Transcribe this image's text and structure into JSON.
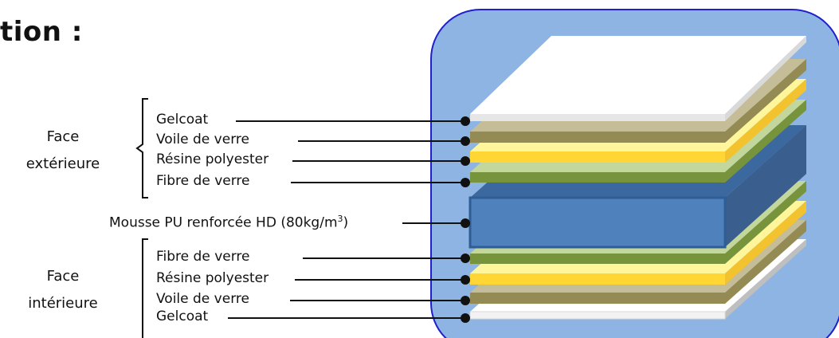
{
  "title": "tion :",
  "groups": {
    "exterior": "Face extérieure",
    "exterior_line1": "Face",
    "exterior_line2": "extérieure",
    "interior_line1": "Face",
    "interior_line2": "intérieure"
  },
  "layers": {
    "ext_gelcoat": "Gelcoat",
    "ext_voile": "Voile de verre",
    "ext_resine": "Résine polyester",
    "ext_fibre": "Fibre de verre",
    "foam_prefix": "Mousse PU renforcée HD (80kg/m",
    "foam_sup": "3",
    "foam_suffix": ")",
    "int_fibre": "Fibre de verre",
    "int_resine": "Résine polyester",
    "int_voile": "Voile de verre",
    "int_gelcoat": "Gelcoat"
  },
  "colors": {
    "panel_bg": "#8EB4E3",
    "panel_border": "#1F1FCC",
    "gelcoat": "#FFFFFF",
    "voile": "#948A54",
    "resine": "#F2D32E",
    "fibre": "#77933C",
    "foam": "#4F81BD"
  }
}
